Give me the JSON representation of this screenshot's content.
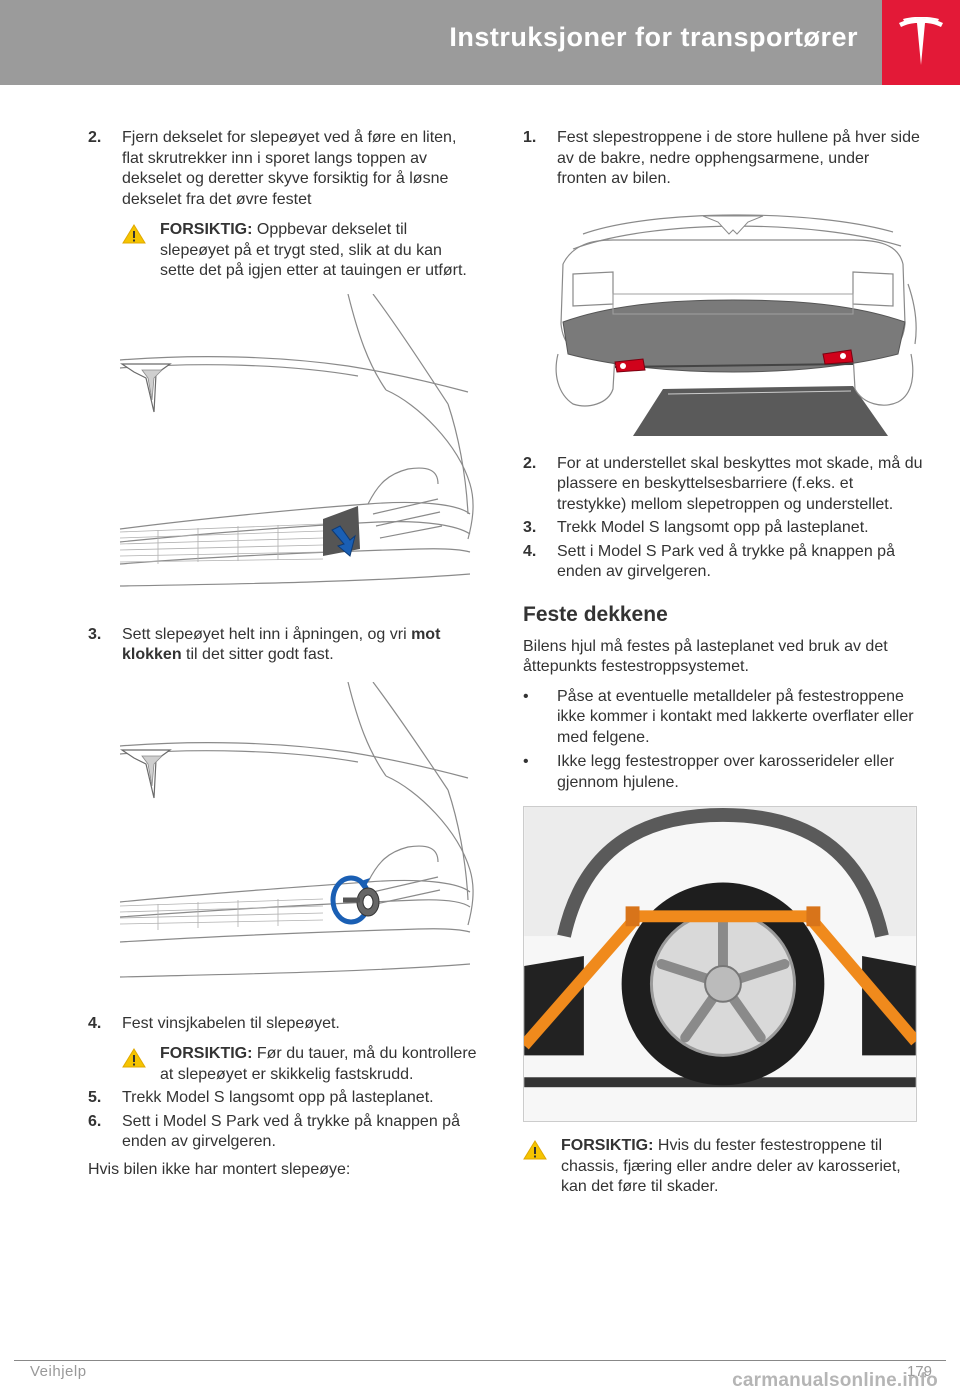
{
  "header": {
    "title": "Instruksjoner for transportører",
    "brand_color": "#e31937",
    "logo_icon": "tesla-logo-icon"
  },
  "left": {
    "step2": {
      "num": "2.",
      "text": "Fjern dekselet for slepeøyet ved å føre en liten, flat skrutrekker inn i sporet langs toppen av dekselet og deretter skyve forsiktig for å løsne dekselet fra det øvre festet"
    },
    "caution1": {
      "label": "FORSIKTIG:",
      "text": " Oppbevar dekselet til slepeøyet på et trygt sted, slik at du kan sette det på igjen etter at tauingen er utført."
    },
    "step3": {
      "num": "3.",
      "text_pre": "Sett slepeøyet helt inn i åpningen, og vri ",
      "text_bold": "mot klokken",
      "text_post": " til det sitter godt fast."
    },
    "step4": {
      "num": "4.",
      "text": "Fest vinsjkabelen til slepeøyet."
    },
    "caution2": {
      "label": "FORSIKTIG:",
      "text": " Før du tauer, må du kontrollere at slepeøyet er skikkelig fastskrudd."
    },
    "step5": {
      "num": "5.",
      "text": "Trekk Model S langsomt opp på lasteplanet."
    },
    "step6": {
      "num": "6.",
      "text": "Sett i Model S Park ved å trykke på knappen på enden av girvelgeren."
    },
    "closing": "Hvis bilen ikke har montert slepeøye:"
  },
  "right": {
    "step1": {
      "num": "1.",
      "text": "Fest slepestroppene i de store hullene på hver side av de bakre, nedre opphengsarmene, under fronten av bilen."
    },
    "step2": {
      "num": "2.",
      "text": "For at understellet skal beskyttes mot skade, må du plassere en beskyttelsesbarriere (f.eks. et trestykke) mellom slepetroppen og understellet."
    },
    "step3": {
      "num": "3.",
      "text": "Trekk Model S langsomt opp på lasteplanet."
    },
    "step4": {
      "num": "4.",
      "text": "Sett i Model S Park ved å trykke på knappen på enden av girvelgeren."
    },
    "section_title": "Feste dekkene",
    "section_intro": "Bilens hjul må festes på lasteplanet ved bruk av det åttepunkts festestroppsystemet.",
    "bullets": [
      "Påse at eventuelle metalldeler på festestroppene ikke kommer i kontakt med lakkerte overflater eller med felgene.",
      "Ikke legg festestropper over karosserideler eller gjennom hjulene."
    ],
    "caution": {
      "label": "FORSIKTIG:",
      "text": " Hvis du fester festestroppene til chassis, fjæring eller andre deler av karosseriet, kan det føre til skader."
    }
  },
  "footer": {
    "section": "Veihjelp",
    "page": "179",
    "watermark": "carmanualsonline.info"
  },
  "colors": {
    "header_gray": "#9b9b9b",
    "warning_yellow": "#f5c400",
    "strap_orange": "#f08a1c",
    "arrow_blue": "#1a5fb4",
    "hook_red": "#d0021b"
  }
}
